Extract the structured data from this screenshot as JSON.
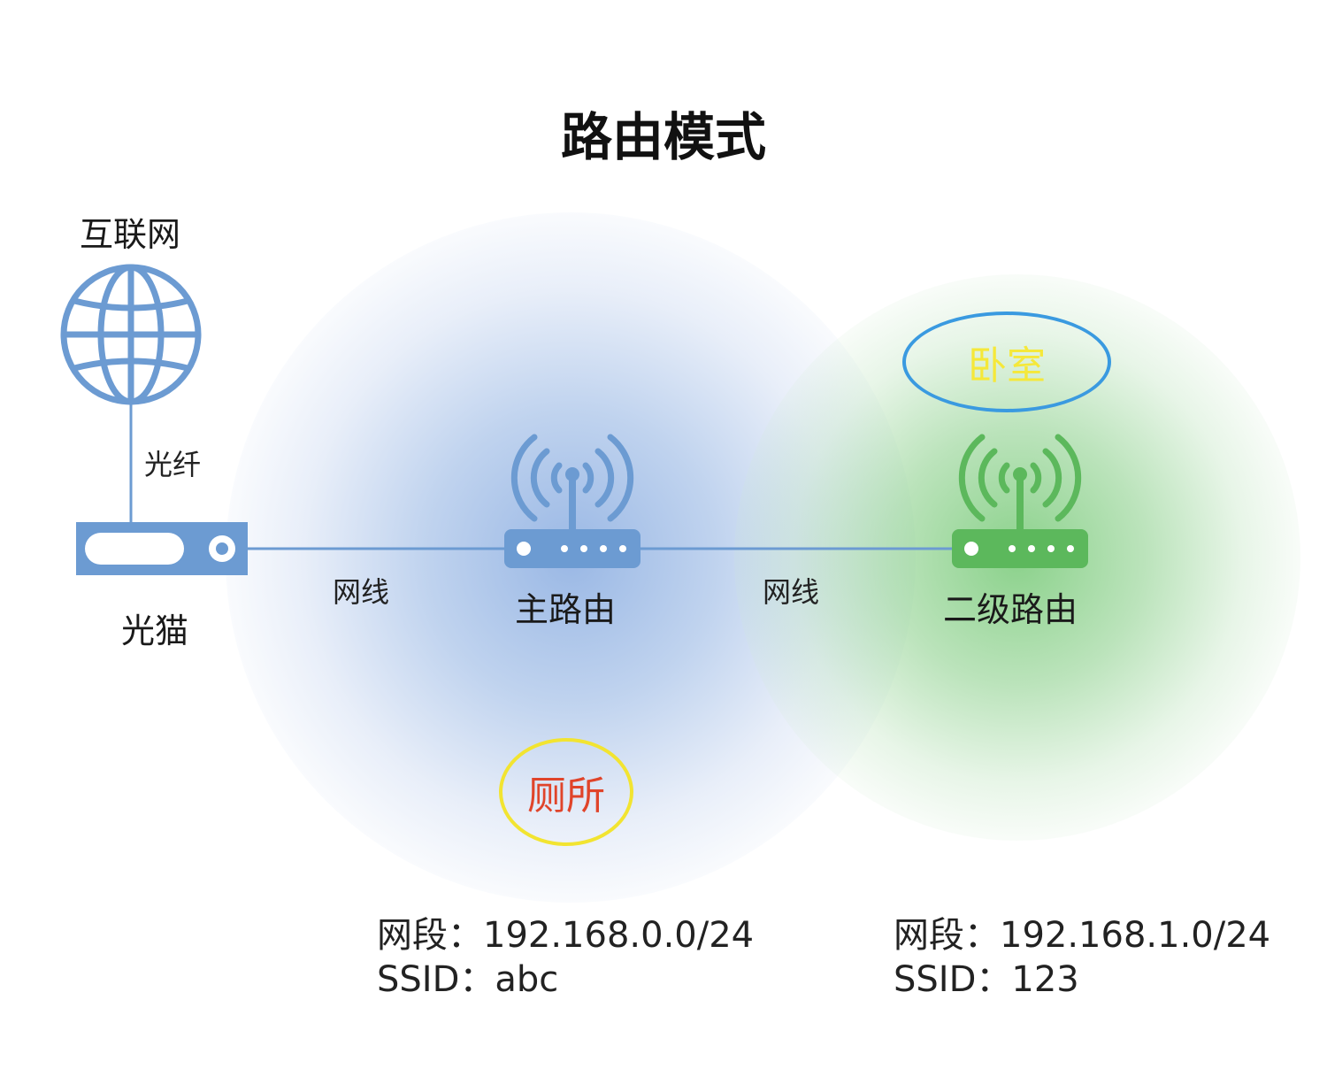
{
  "title": "路由模式",
  "nodes": {
    "internet": {
      "label": "互联网"
    },
    "modem": {
      "label": "光猫"
    },
    "main_router": {
      "label": "主路由"
    },
    "secondary_router": {
      "label": "二级路由"
    }
  },
  "links": {
    "fiber": "光纤",
    "cable_1": "网线",
    "cable_2": "网线"
  },
  "rooms": {
    "bathroom": {
      "label": "厕所",
      "text_color": "#e0442a",
      "outline_color": "#f2e431"
    },
    "bedroom": {
      "label": "卧室",
      "text_color": "#f5e83a",
      "outline_color": "#3a9ae0"
    }
  },
  "main_network": {
    "subnet_line": "网段：192.168.0.0/24",
    "ssid_line": "SSID：abc"
  },
  "secondary_network": {
    "subnet_line": "网段：192.168.1.0/24",
    "ssid_line": "SSID：123"
  },
  "colors": {
    "blue_device": "#6c9bd2",
    "green_device": "#5cb85c",
    "link_line": "#6c9bd2"
  }
}
